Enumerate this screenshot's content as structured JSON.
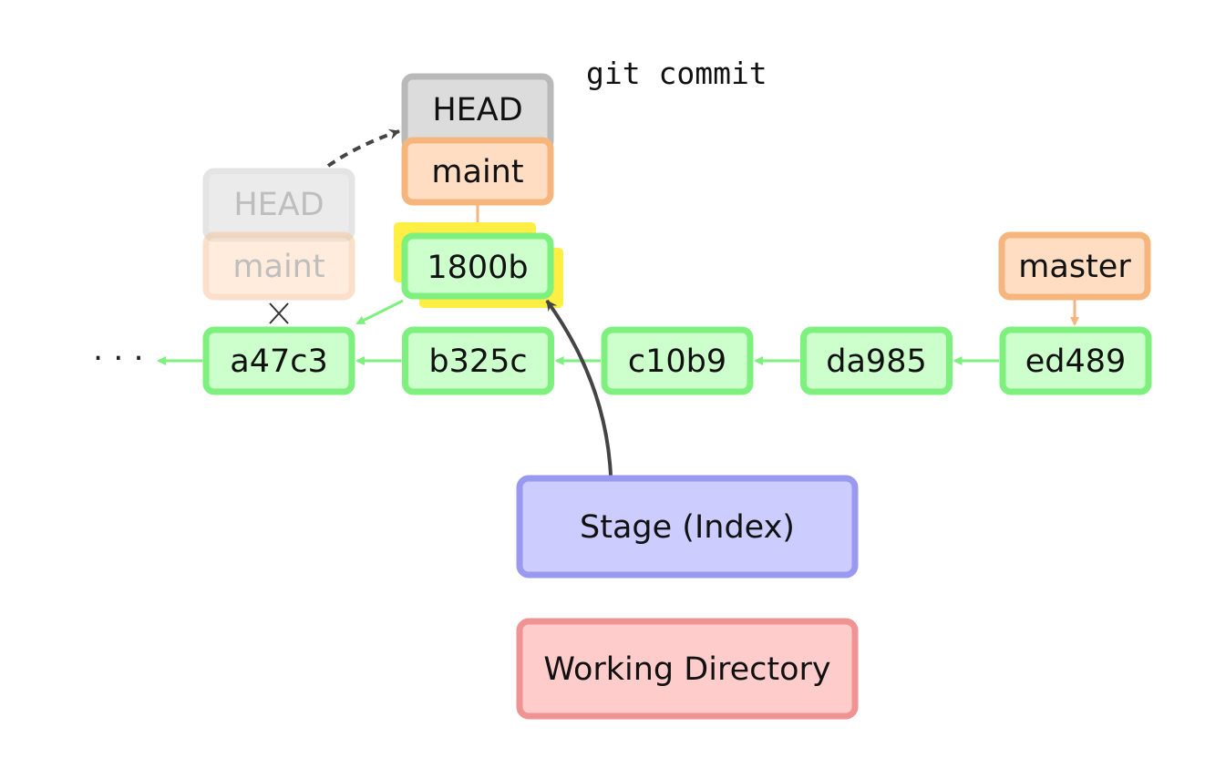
{
  "title": "git commit",
  "ellipsis": "· · ·",
  "colors": {
    "commit_fill": "#ccffcc",
    "commit_stroke": "#7ef07e",
    "branch_fill": "#ffddc3",
    "branch_stroke": "#f6b57d",
    "head_fill": "#dcdcdc",
    "head_stroke": "#b9b9b9",
    "stage_fill": "#ccccff",
    "stage_stroke": "#9999f0",
    "workdir_fill": "#ffcccc",
    "workdir_stroke": "#f09393",
    "highlight": "#ffee44",
    "arrow_dark": "#444444"
  },
  "old_pointer": {
    "head": "HEAD",
    "branch": "maint"
  },
  "new_pointer": {
    "head": "HEAD",
    "branch": "maint"
  },
  "new_commit": "1800b",
  "commits": [
    "a47c3",
    "b325c",
    "c10b9",
    "da985",
    "ed489"
  ],
  "master_branch": "master",
  "stage": "Stage (Index)",
  "working_directory": "Working Directory"
}
